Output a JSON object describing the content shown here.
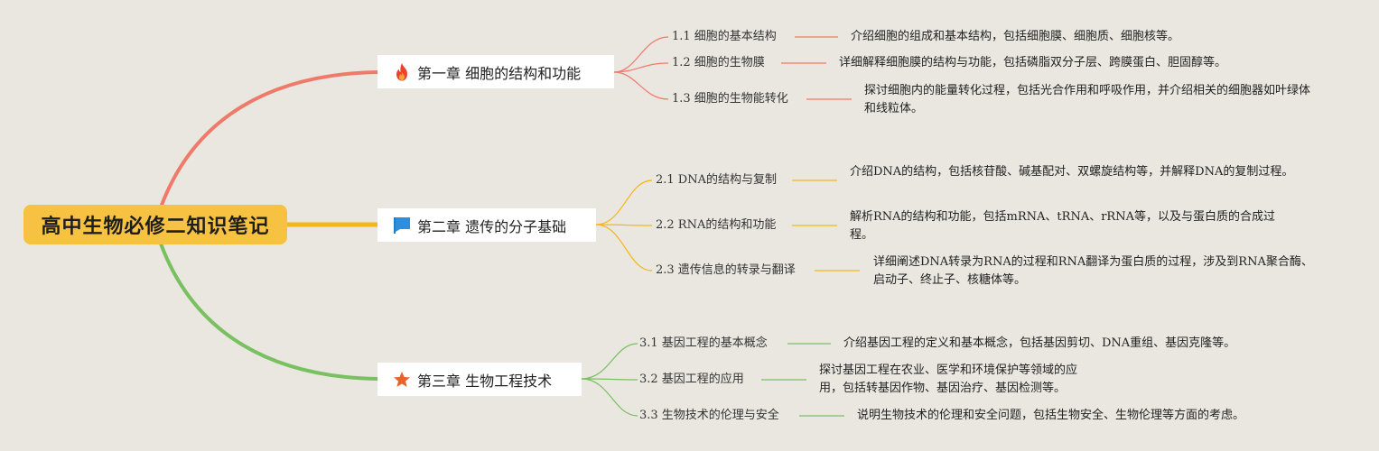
{
  "root": {
    "title": "高中生物必修二知识笔记",
    "color": "#f7c242"
  },
  "chapters": [
    {
      "label": "第一章 细胞的结构和功能",
      "icon": "fire-icon",
      "color": "#f07a6a",
      "sections": [
        {
          "label": "1.1 细胞的基本结构",
          "desc": "介绍细胞的组成和基本结构，包括细胞膜、细胞质、细胞核等。"
        },
        {
          "label": "1.2 细胞的生物膜",
          "desc": "详细解释细胞膜的结构与功能，包括磷脂双分子层、跨膜蛋白、胆固醇等。"
        },
        {
          "label": "1.3 细胞的生物能转化",
          "desc": "探讨细胞内的能量转化过程，包括光合作用和呼吸作用，并介绍相关的细胞器如叶绿体和线粒体。"
        }
      ]
    },
    {
      "label": "第二章 遗传的分子基础",
      "icon": "flag-icon",
      "color": "#f4b61a",
      "sections": [
        {
          "label": "2.1 DNA的结构与复制",
          "desc": "介绍DNA的结构，包括核苷酸、碱基配对、双螺旋结构等，并解释DNA的复制过程。"
        },
        {
          "label": "2.2 RNA的结构和功能",
          "desc": "解析RNA的结构和功能，包括mRNA、tRNA、rRNA等，以及与蛋白质的合成过程。"
        },
        {
          "label": "2.3 遗传信息的转录与翻译",
          "desc": "详细阐述DNA转录为RNA的过程和RNA翻译为蛋白质的过程，涉及到RNA聚合酶、启动子、终止子、核糖体等。"
        }
      ]
    },
    {
      "label": "第三章 生物工程技术",
      "icon": "star-icon",
      "color": "#78c060",
      "sections": [
        {
          "label": "3.1 基因工程的基本概念",
          "desc": "介绍基因工程的定义和基本概念，包括基因剪切、DNA重组、基因克隆等。"
        },
        {
          "label": "3.2 基因工程的应用",
          "desc": "探讨基因工程在农业、医学和环境保护等领域的应用，包括转基因作物、基因治疗、基因检测等。"
        },
        {
          "label": "3.3 生物技术的伦理与安全",
          "desc": "说明生物技术的伦理和安全问题，包括生物安全、生物伦理等方面的考虑。"
        }
      ]
    }
  ]
}
